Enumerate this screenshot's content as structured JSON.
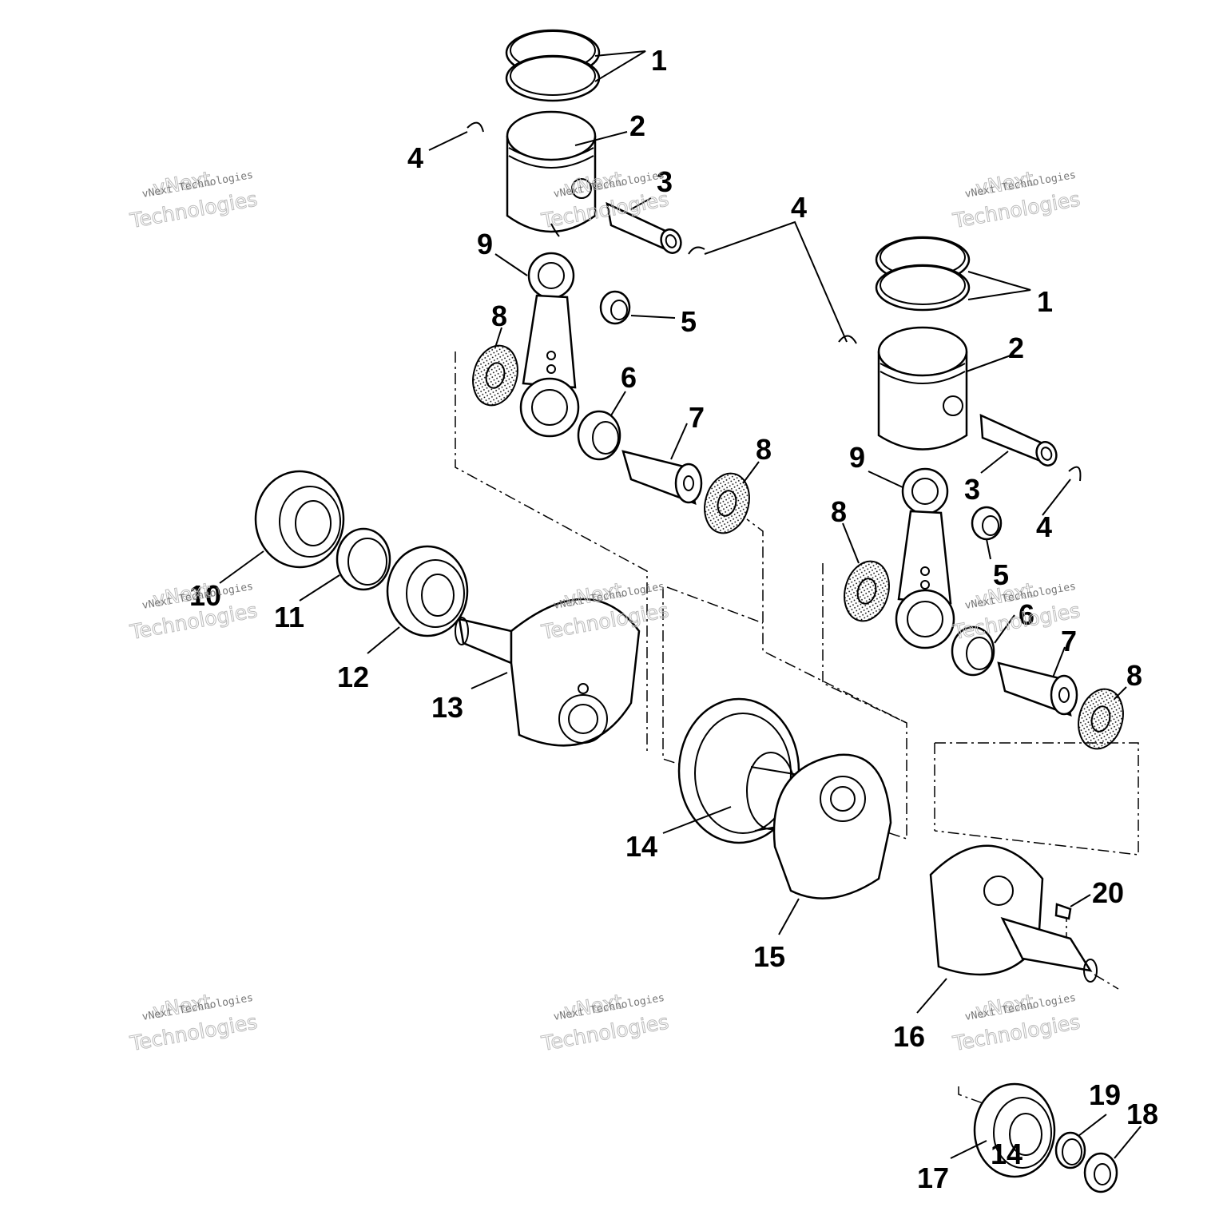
{
  "diagram": {
    "callouts": [
      {
        "id": "c1a",
        "text": "1"
      },
      {
        "id": "c2a",
        "text": "2"
      },
      {
        "id": "c3a",
        "text": "3"
      },
      {
        "id": "c4a",
        "text": "4"
      },
      {
        "id": "c4b",
        "text": "4"
      },
      {
        "id": "c9a",
        "text": "9"
      },
      {
        "id": "c5a",
        "text": "5"
      },
      {
        "id": "c8a",
        "text": "8"
      },
      {
        "id": "c6a",
        "text": "6"
      },
      {
        "id": "c7a",
        "text": "7"
      },
      {
        "id": "c8b",
        "text": "8"
      },
      {
        "id": "c1b",
        "text": "1"
      },
      {
        "id": "c2b",
        "text": "2"
      },
      {
        "id": "c9b",
        "text": "9"
      },
      {
        "id": "c3b",
        "text": "3"
      },
      {
        "id": "c4c",
        "text": "4"
      },
      {
        "id": "c8c",
        "text": "8"
      },
      {
        "id": "c5b",
        "text": "5"
      },
      {
        "id": "c6b",
        "text": "6"
      },
      {
        "id": "c7b",
        "text": "7"
      },
      {
        "id": "c8d",
        "text": "8"
      },
      {
        "id": "c10",
        "text": "10"
      },
      {
        "id": "c11",
        "text": "11"
      },
      {
        "id": "c12",
        "text": "12"
      },
      {
        "id": "c13",
        "text": "13"
      },
      {
        "id": "c14a",
        "text": "14"
      },
      {
        "id": "c15",
        "text": "15"
      },
      {
        "id": "c20",
        "text": "20"
      },
      {
        "id": "c16",
        "text": "16"
      },
      {
        "id": "c19",
        "text": "19"
      },
      {
        "id": "c18",
        "text": "18"
      },
      {
        "id": "c17",
        "text": "17"
      },
      {
        "id": "c14b",
        "text": "14"
      }
    ],
    "watermark": {
      "brand": "vNext",
      "company": "vNext Technologies",
      "word": "Technologies"
    }
  }
}
